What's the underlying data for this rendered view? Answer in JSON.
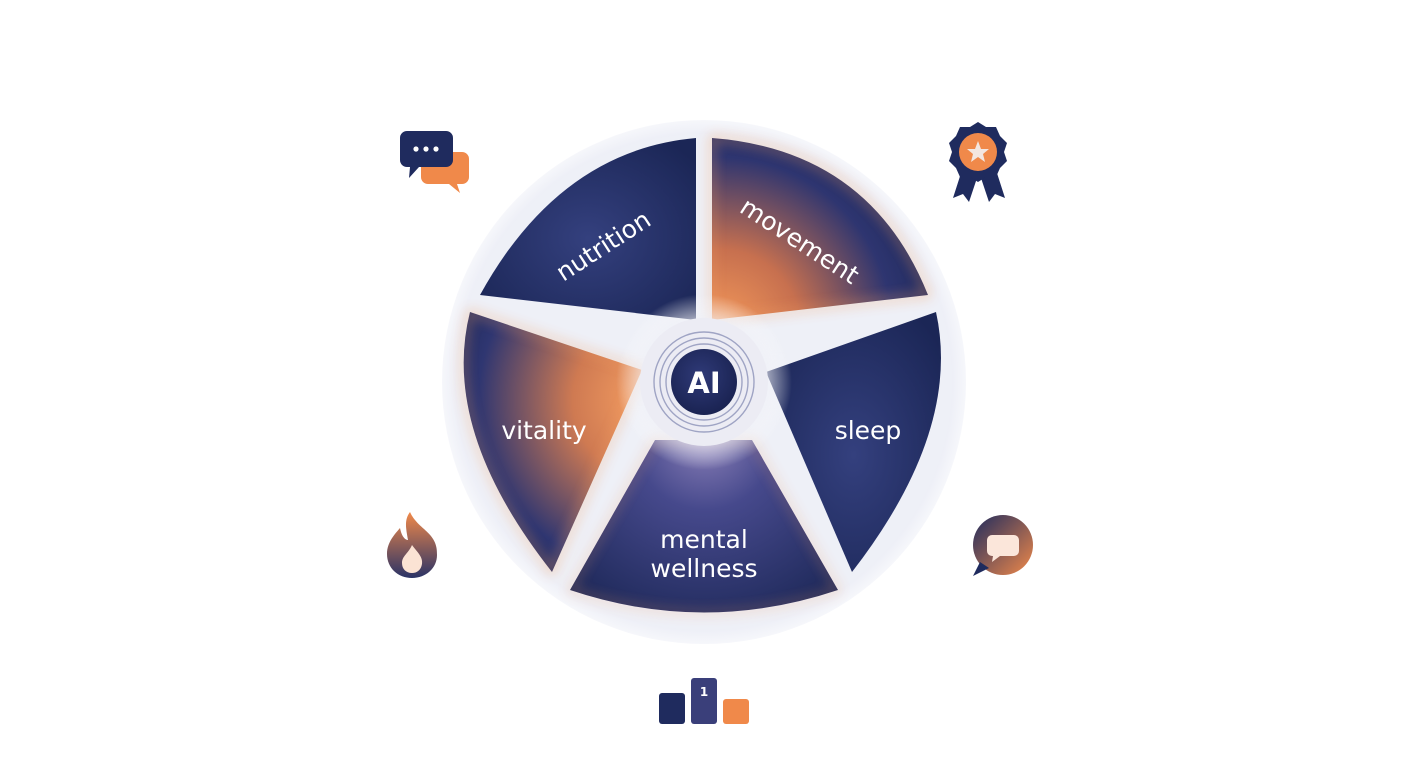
{
  "hub": {
    "label": "AI"
  },
  "segments": [
    {
      "id": "nutrition",
      "label": "nutrition",
      "accent": "navy"
    },
    {
      "id": "movement",
      "label": "movement",
      "accent": "orange"
    },
    {
      "id": "sleep",
      "label": "sleep",
      "accent": "navy"
    },
    {
      "id": "mental-wellness",
      "label_line1": "mental",
      "label_line2": "wellness",
      "accent": "navy"
    },
    {
      "id": "vitality",
      "label": "vitality",
      "accent": "orange"
    }
  ],
  "icons": [
    {
      "name": "chat-bubbles-icon"
    },
    {
      "name": "award-badge-icon"
    },
    {
      "name": "flame-icon"
    },
    {
      "name": "message-bubble-icon"
    },
    {
      "name": "leaderboard-podium-icon",
      "rank_label": "1"
    }
  ],
  "colors": {
    "navy": "#1f2b5e",
    "navy_light": "#3b4585",
    "orange": "#f0894a",
    "ring": "#dfe1ee"
  }
}
